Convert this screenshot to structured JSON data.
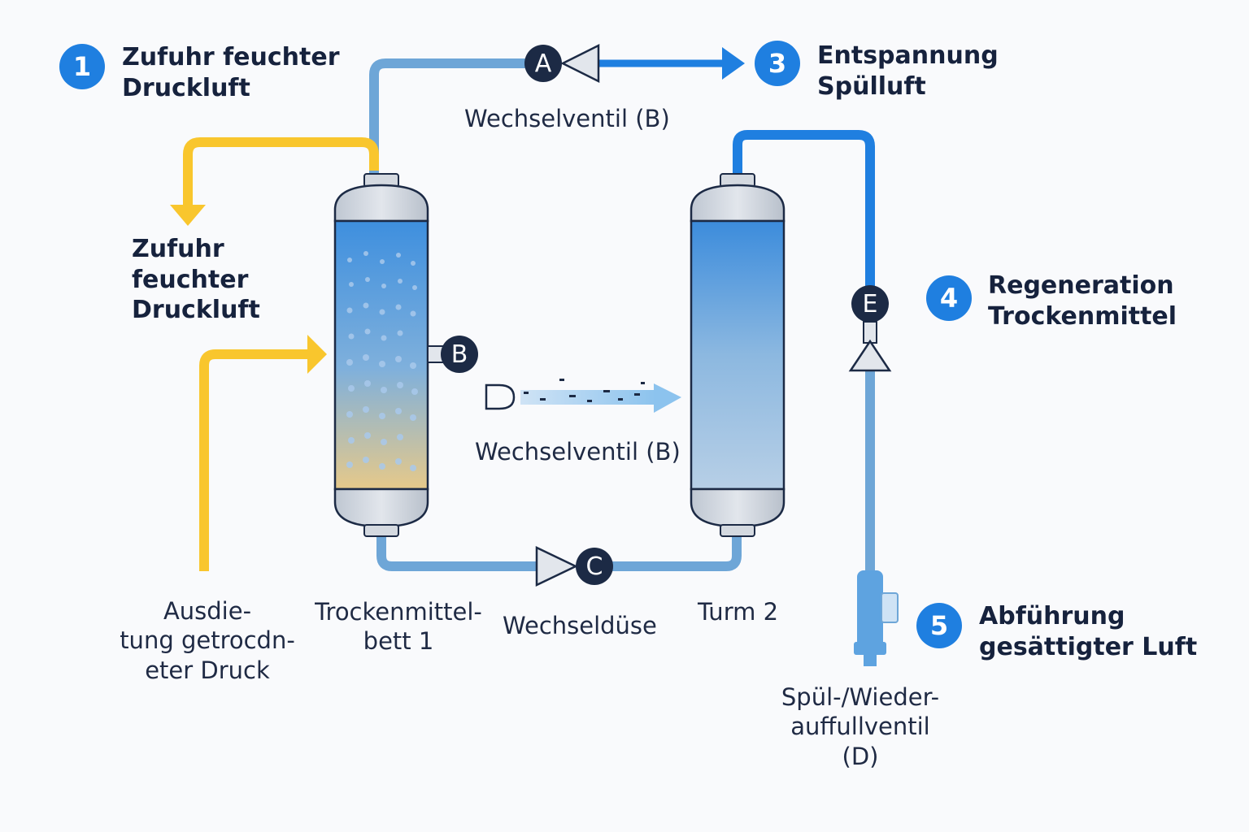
{
  "steps": [
    {
      "number": "1",
      "label": "Zufuhr feuchter\nDruckluft"
    },
    {
      "number": "3",
      "label": "Entspannung\nSpülluft"
    },
    {
      "number": "4",
      "label": "Regeneration\nTrockenmittel"
    },
    {
      "number": "5",
      "label": "Abführung\ngesättigter Luft"
    }
  ],
  "valve_markers": {
    "a": "A",
    "b": "B",
    "c": "C",
    "e": "E"
  },
  "labels": {
    "inlet": "Zufuhr\nfeuchter\nDruckluft",
    "outlet": "Ausdie-\ntung getrocdn-\neter Druck",
    "tower1": "Trockenmittel-\nbett 1",
    "tower2": "Turm 2",
    "valve_top": "Wechselventil (B)",
    "valve_mid": "Wechselventil (B)",
    "nozzle": "Wechseldüse",
    "purge_valve": "Spül-/Wieder-\nauffullventil\n(D)"
  },
  "colors": {
    "yellow": "#f9c62d",
    "pipe_light": "#6ea6d7",
    "pipe_dark": "#1f7fe0",
    "navy": "#1c2a45",
    "badge": "#1f7fe0"
  }
}
